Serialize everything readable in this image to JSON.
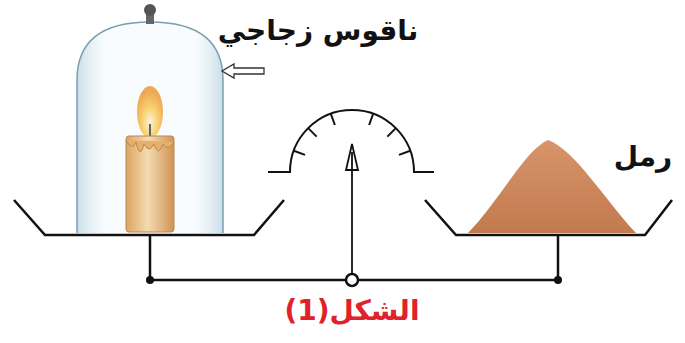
{
  "diagram": {
    "caption": "الشكل(1)",
    "labels": [
      "ناقوس زجاجي",
      "رمل"
    ]
  }
}
